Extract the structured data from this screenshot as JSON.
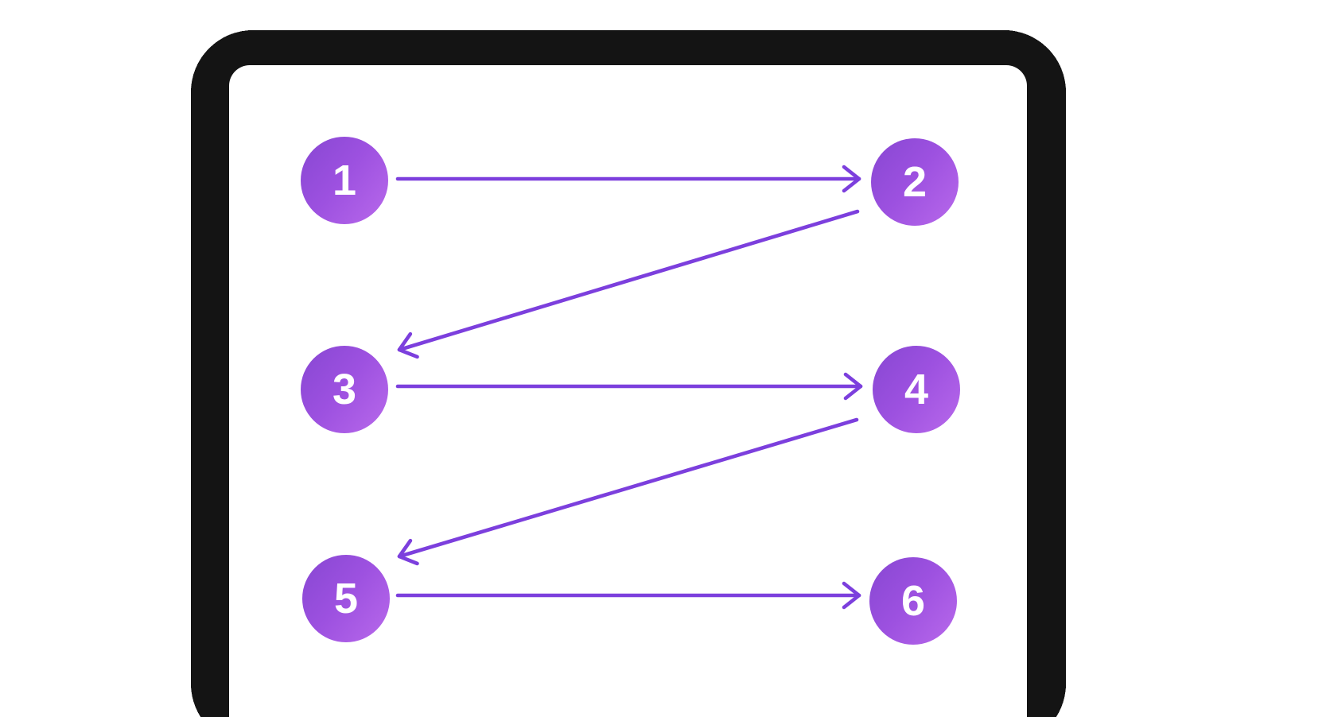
{
  "diagram": {
    "nodes": [
      {
        "id": "1",
        "label": "1"
      },
      {
        "id": "2",
        "label": "2"
      },
      {
        "id": "3",
        "label": "3"
      },
      {
        "id": "4",
        "label": "4"
      },
      {
        "id": "5",
        "label": "5"
      },
      {
        "id": "6",
        "label": "6"
      }
    ],
    "edges": [
      {
        "from": "1",
        "to": "2",
        "direction": "right"
      },
      {
        "from": "2",
        "to": "3",
        "direction": "diagonal-back-left"
      },
      {
        "from": "3",
        "to": "4",
        "direction": "right"
      },
      {
        "from": "4",
        "to": "5",
        "direction": "diagonal-back-left"
      },
      {
        "from": "5",
        "to": "6",
        "direction": "right"
      }
    ],
    "colors": {
      "node_gradient_start": "#8a48d4",
      "node_gradient_mid": "#9d51e0",
      "node_gradient_end": "#b667ea",
      "arrow": "#7c3fdd",
      "number_text": "#ffffff",
      "card_background": "#ffffff",
      "shadow_blob": "#141414",
      "page_background": "#ffffff"
    }
  }
}
